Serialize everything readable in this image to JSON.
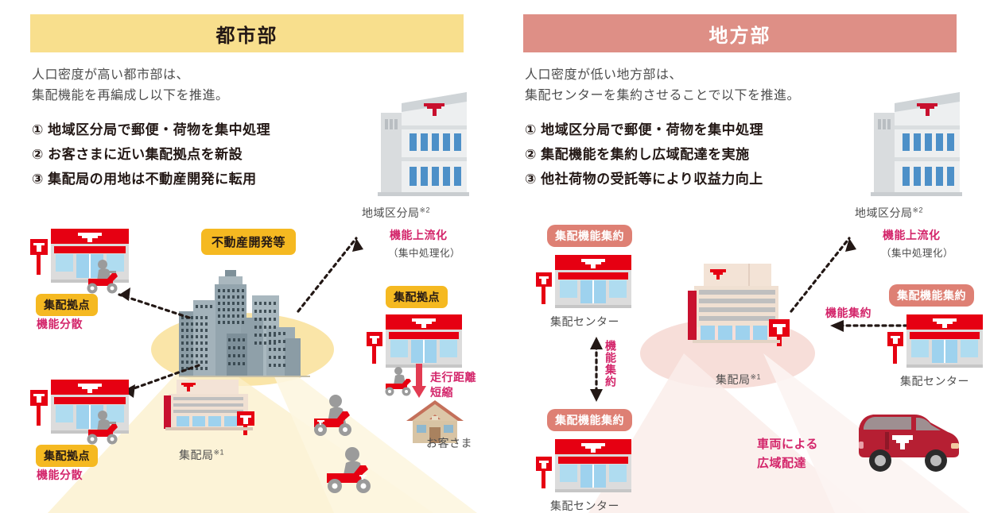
{
  "panels": {
    "urban": {
      "banner_title": "都市部",
      "lead_line1": "人口密度が高い都市部は、",
      "lead_line2": "集配機能を再編成し以下を推進。",
      "points": [
        "① 地域区分局で郵便・荷物を集中処理",
        "② お客さまに近い集配拠点を新設",
        "③ 集配局の用地は不動産開発に転用"
      ],
      "labels": {
        "regional_office": "地域区分局",
        "regional_office_note": "※2",
        "upstream": "機能上流化",
        "upstream_sub": "（集中処理化）",
        "real_estate_badge": "不動産開発等",
        "hub_badge_top_left": "集配拠点",
        "hub_accent_top_left": "機能分散",
        "hub_badge_bottom_left": "集配拠点",
        "hub_accent_bottom_left": "機能分散",
        "hub_badge_right": "集配拠点",
        "delivery_office": "集配局",
        "delivery_office_note": "※1",
        "distance_line1": "走行距離",
        "distance_line2": "短縮",
        "customer": "お客さま"
      }
    },
    "rural": {
      "banner_title": "地方部",
      "lead_line1": "人口密度が低い地方部は、",
      "lead_line2": "集配センターを集約させることで以下を推進。",
      "points": [
        "① 地域区分局で郵便・荷物を集中処理",
        "② 集配機能を集約し広域配達を実施",
        "③ 他社荷物の受託等により収益力向上"
      ],
      "labels": {
        "regional_office": "地域区分局",
        "regional_office_note": "※2",
        "upstream": "機能上流化",
        "upstream_sub": "（集中処理化）",
        "consolidate_badge_top_left": "集配機能集約",
        "center_top_left": "集配センター",
        "consolidate_badge_bottom_left": "集配機能集約",
        "center_bottom_left": "集配センター",
        "consolidate_badge_right": "集配機能集約",
        "center_right": "集配センター",
        "function_consolidation_vertical": "機能集約",
        "function_consolidation_right": "機能集約",
        "delivery_office": "集配局",
        "delivery_office_note": "※1",
        "vehicle_line1": "車両による",
        "vehicle_line2": "広域配達"
      }
    }
  },
  "colors": {
    "urban_banner": "#F8DF8D",
    "rural_banner": "#DE8F86",
    "badge_yellow": "#F5B921",
    "badge_rose": "#DE8074",
    "accent_magenta": "#D3256A",
    "postal_red": "#E60012",
    "body_text": "#4d4d4d",
    "urban_ground": "#FAE5A8",
    "rural_ground": "#F7DED9"
  }
}
